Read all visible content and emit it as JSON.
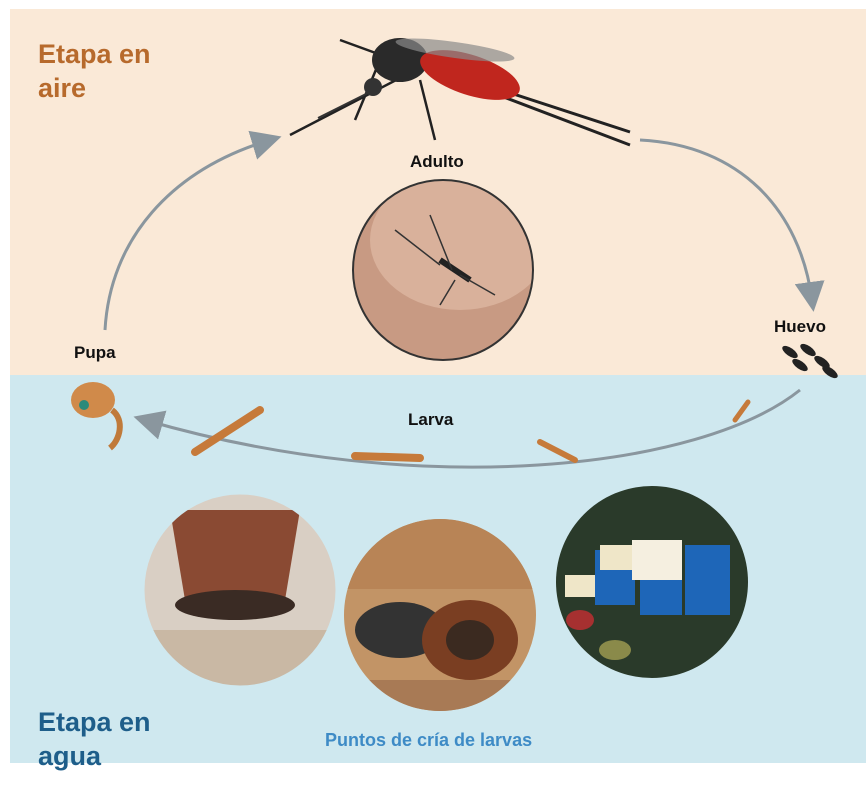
{
  "stages": {
    "air": "Etapa en\naire",
    "water": "Etapa en\nagua"
  },
  "lifecycle": {
    "adult": "Adulto",
    "egg": "Huevo",
    "larva": "Larva",
    "pupa": "Pupa"
  },
  "breeding_sites": {
    "caption": "Puntos de cría de larvas",
    "photos": [
      "flowerpot-saucer-photo",
      "tires-photo",
      "barrels-containers-photo"
    ]
  },
  "colors": {
    "air_bg": "#fae9d7",
    "water_bg": "#cfe8ef",
    "air_label": "#b76a2c",
    "water_label": "#1e5e8a",
    "caption": "#3e8bc6",
    "arrow": "#8a969e"
  }
}
